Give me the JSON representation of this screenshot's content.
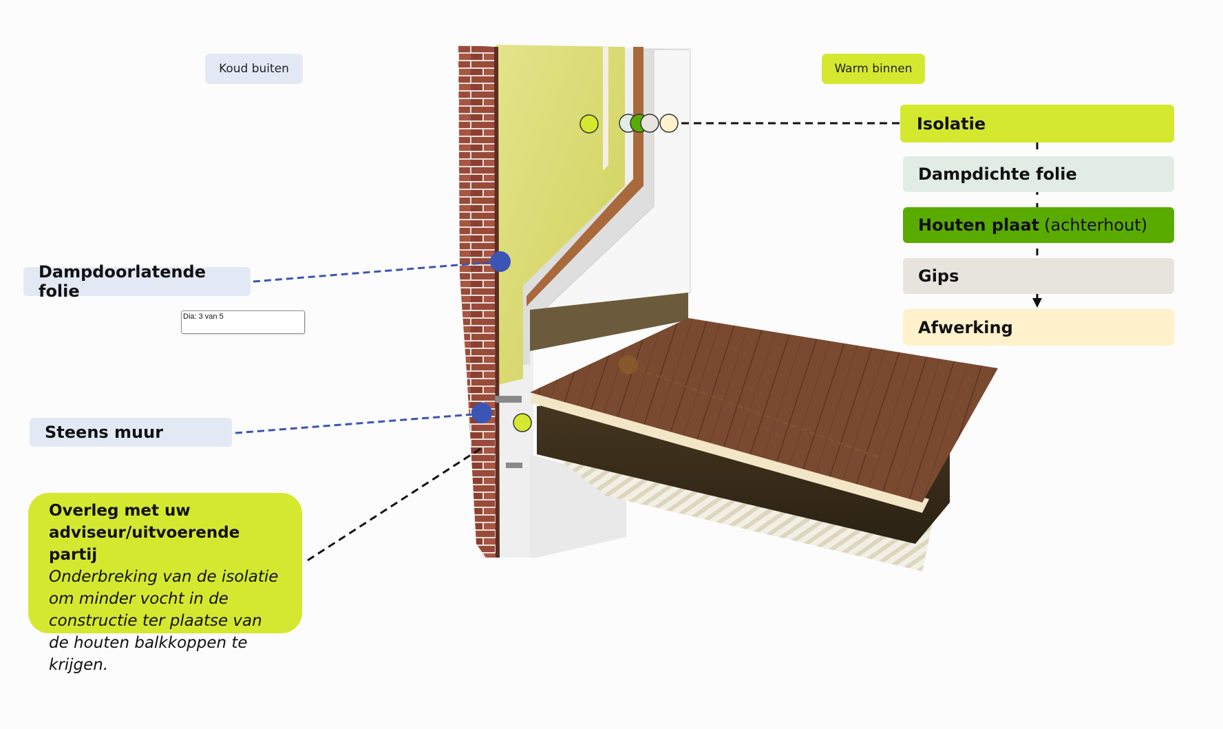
{
  "tags": {
    "cold": "Koud buiten",
    "warm": "Warm binnen"
  },
  "layers_chain": [
    {
      "bold": "Isolatie",
      "normal": "",
      "color": "#d5e830"
    },
    {
      "bold": "Dampdichte folie",
      "normal": "",
      "color": "#e1ede4"
    },
    {
      "bold": "Houten plaat",
      "normal": "(achterhout)",
      "color": "#5aab00"
    },
    {
      "bold": "Gips",
      "normal": "",
      "color": "#e6e4dd"
    },
    {
      "bold": "Afwerking",
      "normal": "",
      "color": "#fff1cc"
    }
  ],
  "callouts": {
    "dampdoorlatende": "Dampdoorlatende folie",
    "steens_muur": "Steens muur"
  },
  "slide_counter": "Dia: 3 van 5",
  "advice": {
    "title": "Overleg met uw adviseur/uitvoerende partij",
    "body": "Onderbreking van de isolatie om minder vocht in de constructie ter plaatse van de houten balkkoppen te krijgen.",
    "color": "#d5e830"
  },
  "colors": {
    "callout_blue": "#3a55b4",
    "isolatie_green": "#d5e830",
    "houten_green": "#5aab00",
    "brick": "#9a4a3a",
    "floor_wood": "#7a4a30"
  }
}
